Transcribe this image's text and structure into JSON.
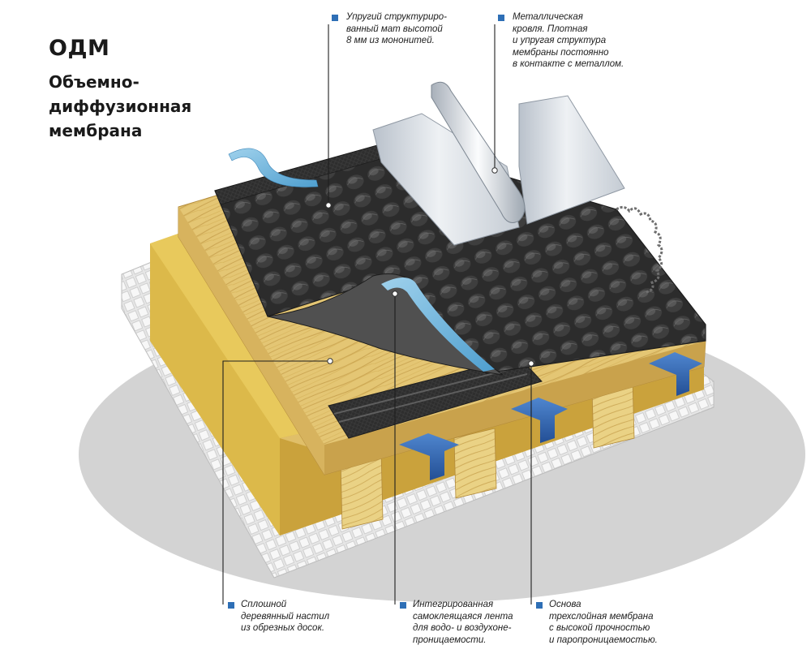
{
  "title": {
    "main": "ОДМ",
    "subtitle": "Объемно-диффузионная мембрана"
  },
  "colors": {
    "marker": "#2e6fb6",
    "arrows": "#2f66b3",
    "membrane": "#2b2b2b",
    "tape": "#6fb6dd",
    "wood": "#e3c46f",
    "metal": "#cfd5dc",
    "grid": "#d9d9d9",
    "shadow": "#d2d2d2"
  },
  "callouts": {
    "mat": "Упругий структуриро-\nванный мат высотой\n8 мм из мононитей.",
    "metal_roof": "Металлическая\nкровля. Плотная\nи упругая структура\nмембраны постоянно\nв контакте с металлом.",
    "deck": "Сплошной\nдеревянный настил\nиз обрезных досок.",
    "tape": "Интегрированная\nсамоклеящаяся лента\nдля водо- и воздухоне-\nпроницаемости.",
    "base": "Основа\nтрехслойная мембрана\nс высокой прочностью\nи паропроницаемостью."
  }
}
